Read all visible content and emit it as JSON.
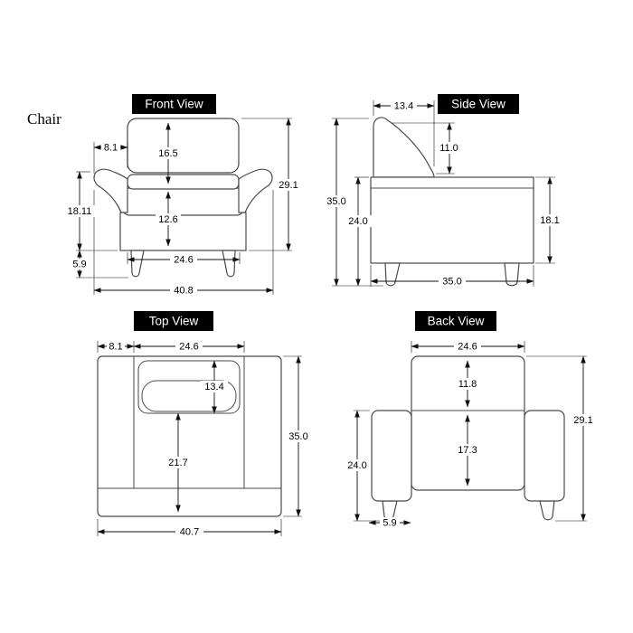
{
  "title": "Chair",
  "front": {
    "label": "Front View",
    "dims": {
      "arm_width": "8.1",
      "back_cushion_height": "16.5",
      "side_height": "18.11",
      "leg_height": "5.9",
      "seat_front_height": "12.6",
      "seat_width": "24.6",
      "overall_width": "40.8",
      "overall_height": "29.1"
    }
  },
  "side": {
    "label": "Side View",
    "dims": {
      "backrest_depth": "13.4",
      "backrest_height": "11.0",
      "overall_height": "35.0",
      "seat_back_height": "24.0",
      "body_height": "18.1",
      "overall_depth": "35.0"
    }
  },
  "top": {
    "label": "Top View",
    "dims": {
      "arm_width": "8.1",
      "seat_width": "24.6",
      "back_cushion_depth": "13.4",
      "seat_depth": "21.7",
      "overall_depth": "35.0",
      "overall_width": "40.7"
    }
  },
  "back": {
    "label": "Back View",
    "dims": {
      "back_width": "24.6",
      "back_cushion_height": "11.8",
      "lower_back_height": "17.3",
      "overall_height": "29.1",
      "arm_floor_height": "24.0",
      "leg": "5.9"
    }
  }
}
